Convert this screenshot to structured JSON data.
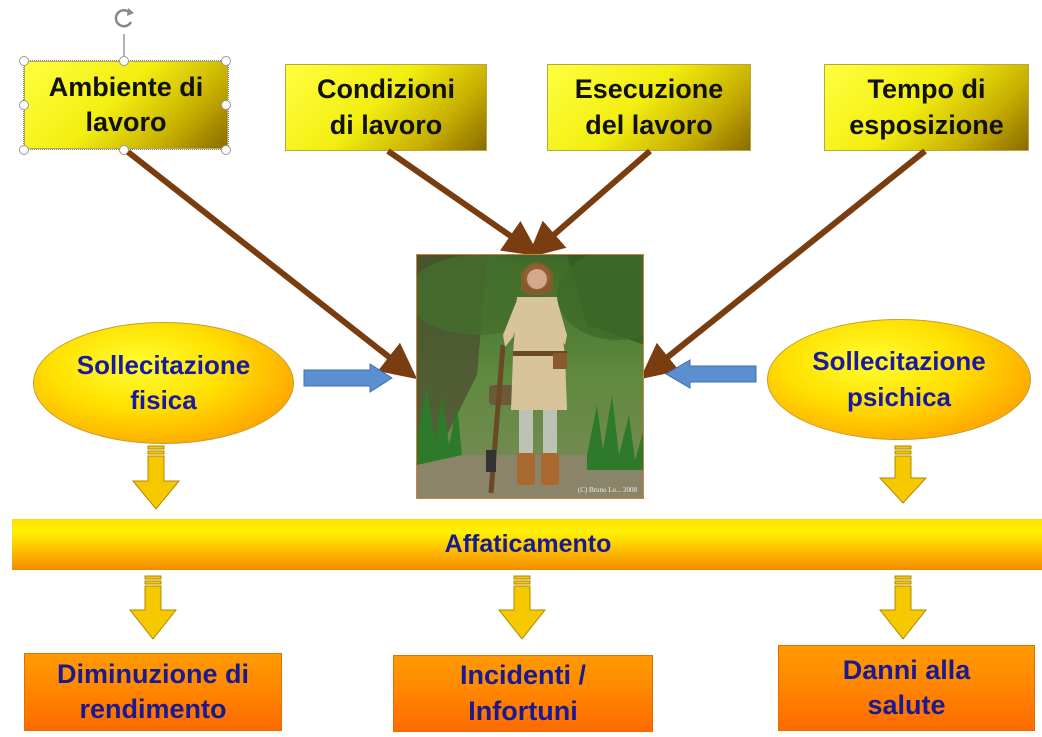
{
  "causes": [
    {
      "id": "ambiente",
      "label": "Ambiente di\nlavoro"
    },
    {
      "id": "condizioni",
      "label": "Condizioni\ndi lavoro"
    },
    {
      "id": "esecuzione",
      "label": "Esecuzione\ndel lavoro"
    },
    {
      "id": "tempo",
      "label": "Tempo di\nesposizione"
    }
  ],
  "stress": {
    "fisica": "Sollecitazione\nfisica",
    "psichica": "Sollecitazione\npsichica"
  },
  "center_bar": "Affaticamento",
  "effects": [
    {
      "id": "diminuzione",
      "label": "Diminuzione di\nrendimento"
    },
    {
      "id": "incidenti",
      "label": "Incidenti /\nInfortuni"
    },
    {
      "id": "danni",
      "label": "Danni alla\nsalute"
    }
  ],
  "image_caption": "(C) Bruno Lo... 2008",
  "colors": {
    "arrow_brown": "#7a3d10",
    "arrow_blue": "#5b8fd0",
    "arrow_yellow": "#f5c800",
    "text_blue": "#1a1a90"
  }
}
